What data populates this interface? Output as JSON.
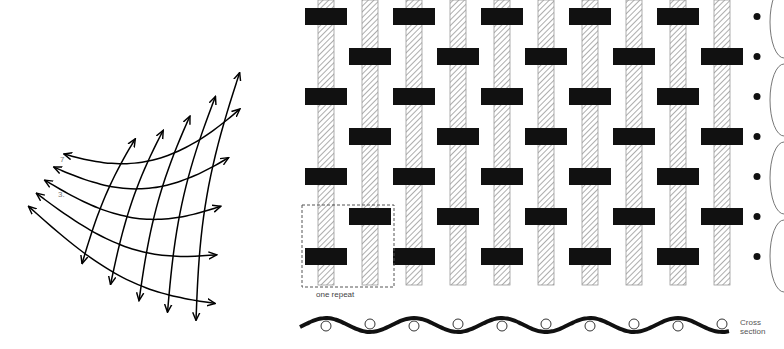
{
  "diagram": {
    "labels": [
      "7",
      "3.",
      "one repeat",
      "Cross section"
    ]
  }
}
